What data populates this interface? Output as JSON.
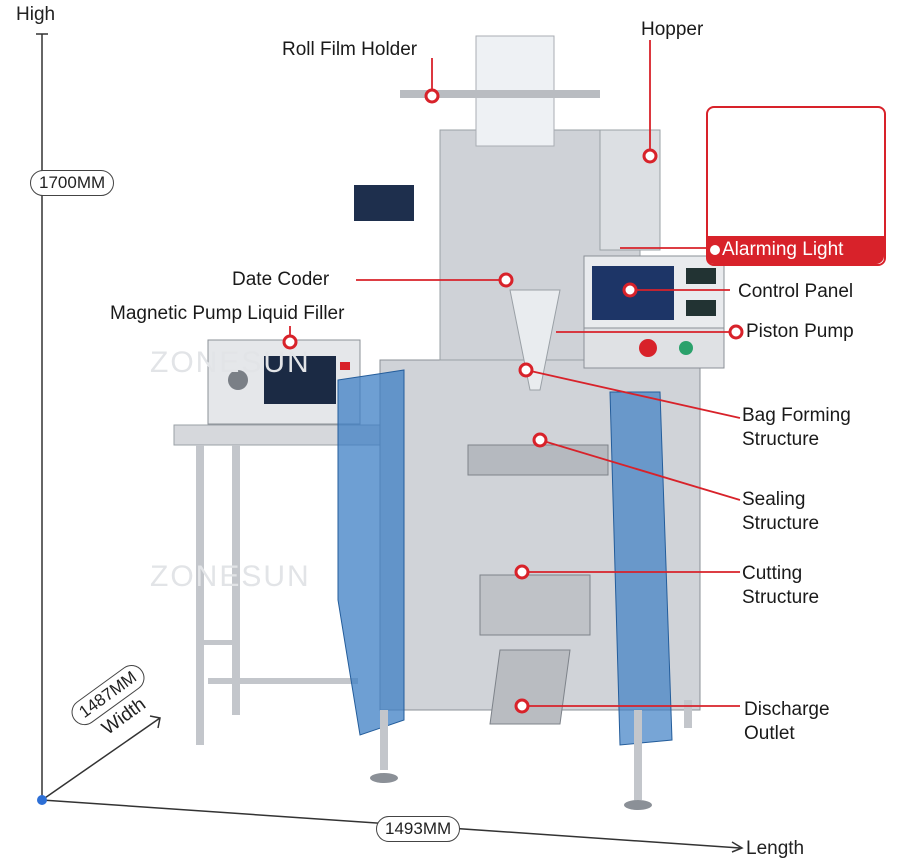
{
  "axis": {
    "high": "High",
    "length": "Length",
    "width": "Width"
  },
  "dimensions": {
    "height": "1700MM",
    "length": "1493MM",
    "width": "1487MM"
  },
  "labels": {
    "roll_film_holder": "Roll Film Holder",
    "hopper": "Hopper",
    "alarming_light": "Alarming Light",
    "date_coder": "Date Coder",
    "control_panel": "Control Panel",
    "magnetic_pump": "Magnetic Pump Liquid Filler",
    "piston_pump": "Piston Pump",
    "bag_forming_1": "Bag Forming",
    "bag_forming_2": "Structure",
    "sealing_1": "Sealing",
    "sealing_2": "Structure",
    "cutting_1": "Cutting",
    "cutting_2": "Structure",
    "discharge_1": "Discharge",
    "discharge_2": "Outlet"
  },
  "watermark": "ZONESUN",
  "colors": {
    "callout_red": "#d8222a",
    "guard_blue": "#3d7fc4",
    "steel": "#c9ccd1"
  }
}
